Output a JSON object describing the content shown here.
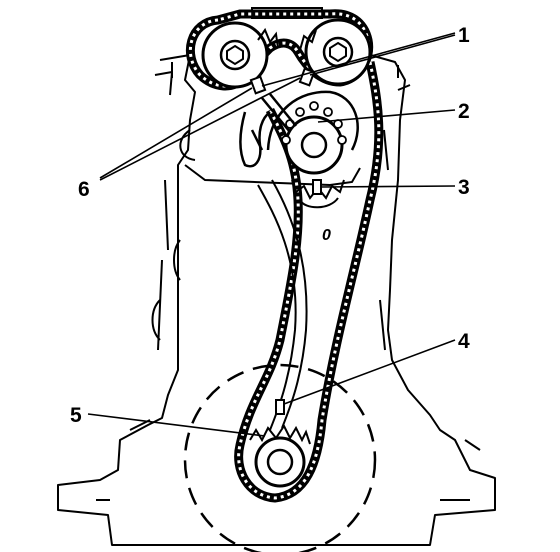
{
  "callouts": [
    {
      "label": "1"
    },
    {
      "label": "2"
    },
    {
      "label": "3"
    },
    {
      "label": "4"
    },
    {
      "label": "5"
    },
    {
      "label": "6"
    }
  ],
  "engraved_mark": "0",
  "colors": {
    "ink": "#000000",
    "paper": "#ffffff"
  }
}
